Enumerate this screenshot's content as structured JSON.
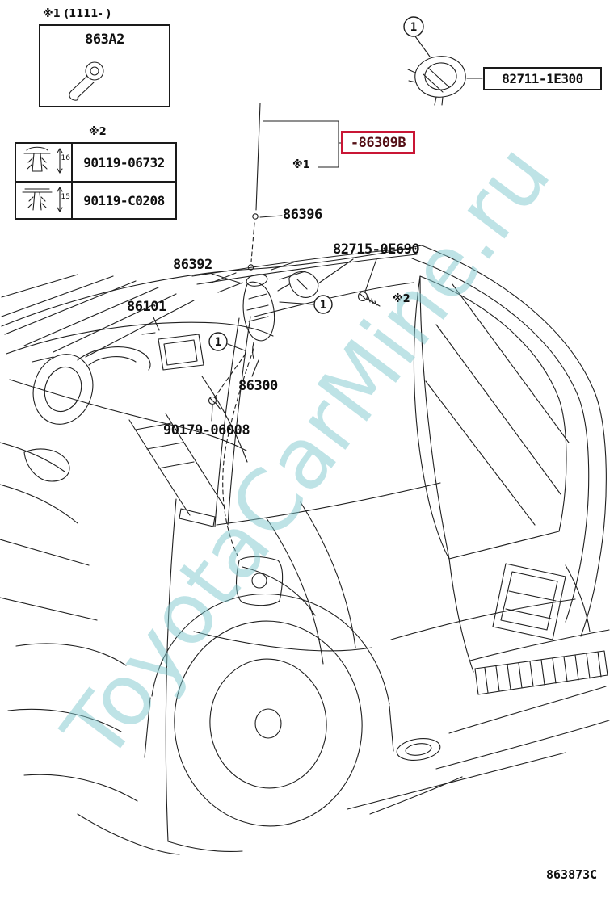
{
  "watermark": "ToyotaCarMine.ru",
  "diagram_code": "863873C",
  "callouts": {
    "number": "1"
  },
  "inset": {
    "note": "※1 (1111-    )",
    "part_label": "863A2"
  },
  "roof_antenna": {
    "part_label": "82711-1E300"
  },
  "clip_table": {
    "note": "※2",
    "rows": [
      {
        "size": "16",
        "part_label": "90119-06732"
      },
      {
        "size": "15",
        "part_label": "90119-C0208"
      }
    ]
  },
  "parts": {
    "highlighted_part": "-86309B",
    "mast_ref": "※1",
    "pole": "86396",
    "bracket": "82715-0E690",
    "bracket_screw_ref": "※2",
    "nut": "86392",
    "instrument_panel": "86101",
    "antenna_assy": "86300",
    "screw": "90179-06008"
  }
}
